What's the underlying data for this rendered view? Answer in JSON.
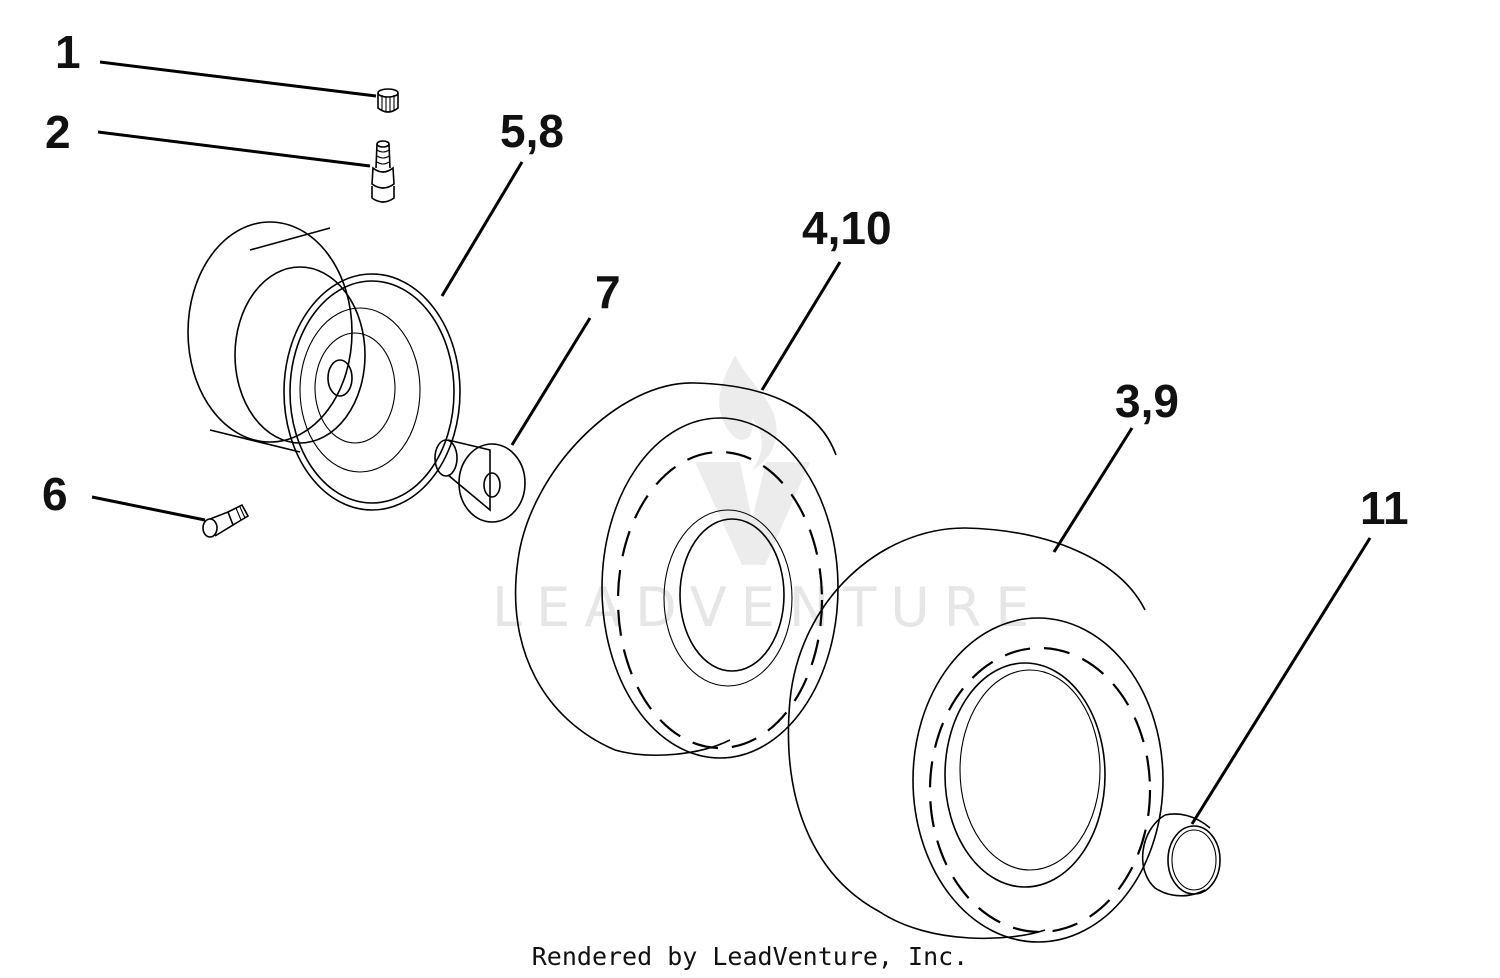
{
  "callouts": {
    "c1": "1",
    "c2": "2",
    "c58": "5,8",
    "c7": "7",
    "c410": "4,10",
    "c6": "6",
    "c39": "3,9",
    "c11": "11"
  },
  "watermark": {
    "text": "LEADVENTURE"
  },
  "footer": {
    "credit": "Rendered by LeadVenture, Inc."
  }
}
